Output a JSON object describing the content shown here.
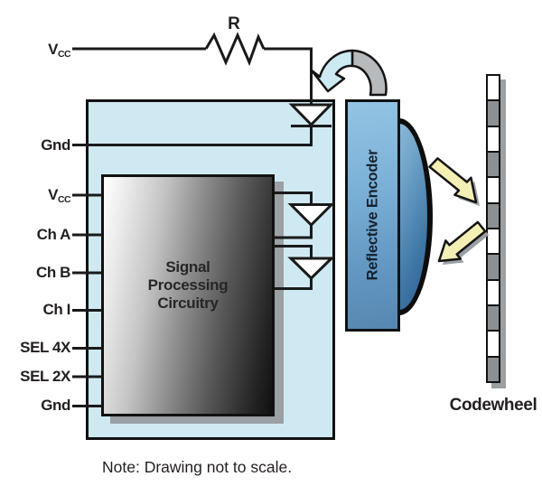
{
  "note": "Note: Drawing not to scale.",
  "resistor_label": "R",
  "codewheel_label": "Codewheel",
  "encoder_label": "Reflective Encoder",
  "processing_box": {
    "line1": "Signal",
    "line2": "Processing",
    "line3": "Circuitry"
  },
  "pins": [
    {
      "name": "vcc-supply",
      "main": "V",
      "sub": "CC"
    },
    {
      "name": "gnd-top",
      "main": "Gnd",
      "sub": ""
    },
    {
      "name": "vcc",
      "main": "V",
      "sub": "CC"
    },
    {
      "name": "ch-a",
      "main": "Ch A",
      "sub": ""
    },
    {
      "name": "ch-b",
      "main": "Ch B",
      "sub": ""
    },
    {
      "name": "ch-i",
      "main": "Ch I",
      "sub": ""
    },
    {
      "name": "sel-4x",
      "main": "SEL 4X",
      "sub": ""
    },
    {
      "name": "sel-2x",
      "main": "SEL 2X",
      "sub": ""
    },
    {
      "name": "gnd-bottom",
      "main": "Gnd",
      "sub": ""
    }
  ],
  "codewheel": {
    "segment_count": 12,
    "pattern": "alternating white/gray, white at top"
  },
  "icons": {
    "resistor-icon": "zigzag resistor symbol",
    "led-diode-icon": "downward diode triangle with cathode bar",
    "photodetector-icon": "downward buffer triangle (x2)",
    "rotation-arrow-icon": "arched arrow curving over wire, gray tail to blue head",
    "emitted-light-arrow-icon": "yellow arrow toward codewheel",
    "reflected-light-arrow-icon": "yellow arrow back toward encoder"
  },
  "colors": {
    "package_fill": "#cfe9f2",
    "encoder_fill_top": "#93c4e4",
    "encoder_fill_bottom": "#5687b0",
    "lens_fill": "#3f77a6",
    "codewheel_gray": "#8b9094",
    "light_arrow_yellow": "#f4efb4",
    "rotation_arrow_blue": "#cde9f1",
    "rotation_arrow_gray": "#b7babc",
    "shadow_gray": "#9aa0a4",
    "wire_black": "#1a1a1a",
    "processing_gradient": "white to near-black"
  }
}
